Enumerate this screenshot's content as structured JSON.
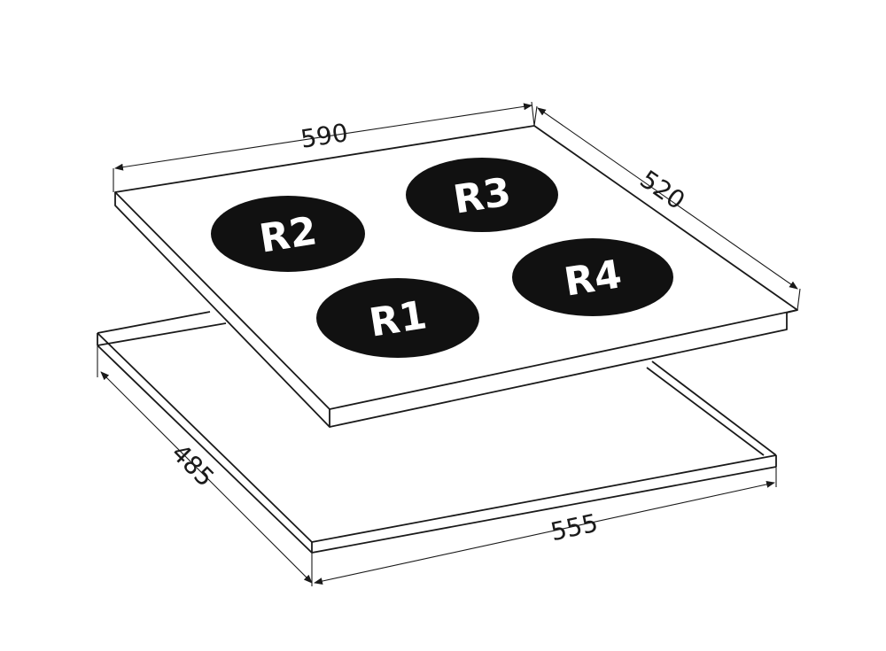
{
  "diagram": {
    "burners": [
      {
        "id": "R1",
        "label": "R1"
      },
      {
        "id": "R2",
        "label": "R2"
      },
      {
        "id": "R3",
        "label": "R3"
      },
      {
        "id": "R4",
        "label": "R4"
      }
    ],
    "dimensions": {
      "hob_width": "590",
      "hob_depth": "520",
      "cutout_depth": "485",
      "cutout_width": "555"
    },
    "colors": {
      "line": "#1a1a1a",
      "burner_fill": "#111111",
      "burner_text": "#ffffff",
      "background": "#ffffff"
    }
  }
}
